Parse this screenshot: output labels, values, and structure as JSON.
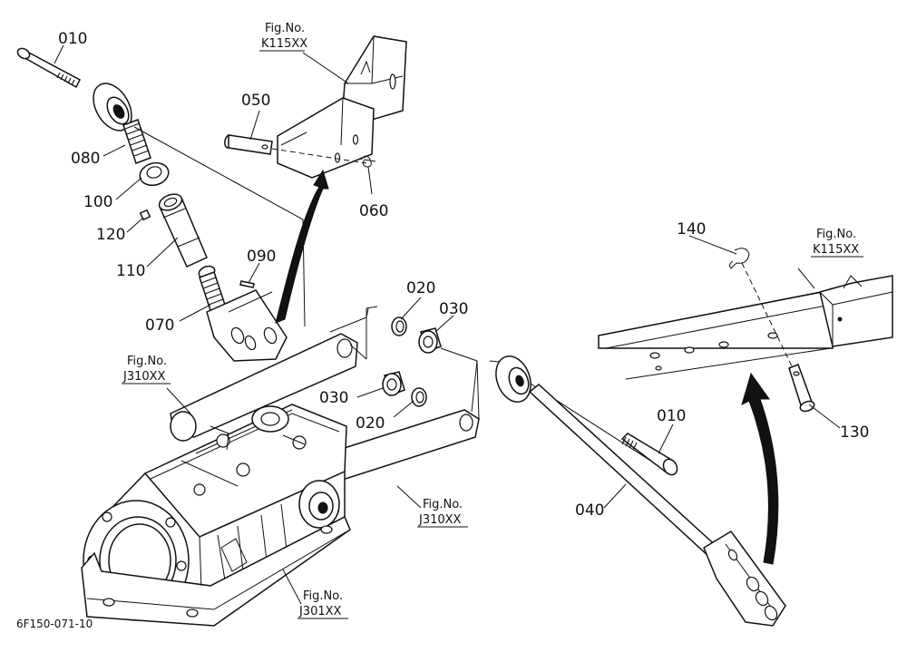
{
  "part_numbers": {
    "p010_top": "010",
    "p010_right": "010",
    "p020_top": "020",
    "p020_bottom": "020",
    "p030_top": "030",
    "p030_bottom": "030",
    "p040": "040",
    "p050": "050",
    "p060": "060",
    "p070": "070",
    "p080": "080",
    "p090": "090",
    "p100": "100",
    "p110": "110",
    "p120": "120",
    "p130": "130",
    "p140": "140"
  },
  "figure_refs": {
    "k115_top": {
      "label": "Fig.No.",
      "code": "K115XX"
    },
    "k115_right": {
      "label": "Fig.No.",
      "code": "K115XX"
    },
    "j310_left": {
      "label": "Fig.No.",
      "code": "J310XX"
    },
    "j310_right": {
      "label": "Fig.No.",
      "code": "J310XX"
    },
    "j301": {
      "label": "Fig.No.",
      "code": "J301XX"
    }
  },
  "footer": {
    "drawing_code": "6F150-071-10"
  }
}
